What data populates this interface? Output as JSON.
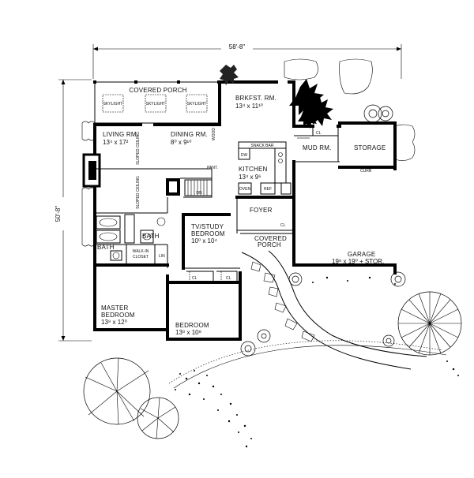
{
  "dimensions": {
    "width": "58'-8\"",
    "depth": "50'-8\""
  },
  "rooms": {
    "covered_porch_top": {
      "label": "COVERED PORCH"
    },
    "skylight_1": {
      "label": "SKYLIGHT"
    },
    "skylight_2": {
      "label": "SKYLIGHT"
    },
    "skylight_3": {
      "label": "SKYLIGHT"
    },
    "brkfst": {
      "label": "BRKFST. RM.",
      "size": "13⁴ x 11¹⁰"
    },
    "living": {
      "label": "LIVING RM.",
      "size": "13⁴ x 17²"
    },
    "dining": {
      "label": "DINING RM.",
      "size": "8⁰ x 9¹⁰"
    },
    "kitchen": {
      "label": "KITCHEN",
      "size": "13⁴ x 9⁶"
    },
    "mud": {
      "label": "MUD RM."
    },
    "storage": {
      "label": "STORAGE"
    },
    "foyer": {
      "label": "FOYER"
    },
    "tv_study": {
      "label": "TV/STUDY",
      "label2": "BEDROOM",
      "size": "10⁰ x 10⁴"
    },
    "bath_1": {
      "label": "BATH"
    },
    "bath_2": {
      "label": "BATH"
    },
    "walk_in": {
      "label": "WALK-IN",
      "label2": "CLOSET"
    },
    "lin": {
      "label": "LIN"
    },
    "covered_porch_front": {
      "label": "COVERED",
      "label2": "PORCH"
    },
    "garage": {
      "label": "GARAGE",
      "size": "19⁸ x 19⁰ + STOR."
    },
    "master": {
      "label": "MASTER",
      "label2": "BEDROOM",
      "size": "13⁸ x 12⁰"
    },
    "bedroom": {
      "label": "BEDROOM",
      "size": "13⁸ x 10⁸"
    }
  },
  "small_labels": {
    "snack_bar": "SNACK BAR",
    "dw": "DW",
    "oven": "OVEN",
    "ref": "REF",
    "pantry": "PANT.",
    "wood": "WOOD",
    "cl_1": "CL",
    "cl_2": "CL",
    "cl_3": "CL",
    "cl_4": "CL",
    "dn": "DN",
    "curb": "CURB",
    "sloped_ceiling_1": "SLOPED CEILING",
    "sloped_ceiling_2": "SLOPED CEILING"
  }
}
